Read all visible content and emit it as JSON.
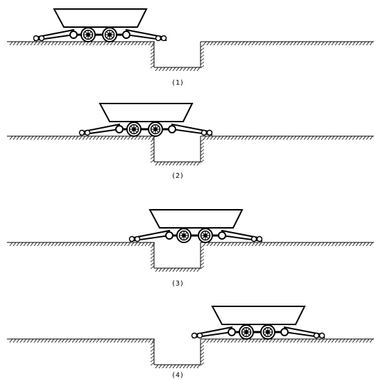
{
  "figure": {
    "panels": [
      {
        "caption": "(1)"
      },
      {
        "caption": "(2)"
      },
      {
        "caption": "(3)"
      },
      {
        "caption": "(4)"
      }
    ]
  }
}
